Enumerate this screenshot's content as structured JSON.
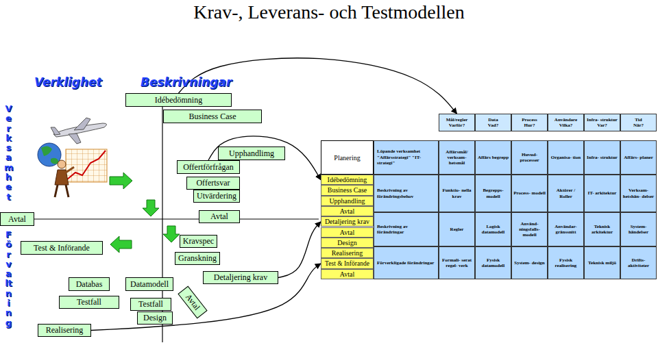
{
  "diagram": {
    "title": "Krav-, Leverans- och Testmodellen",
    "nodes": [
      {
        "text": [
          "Idébedömning"
        ]
      },
      {
        "text": [
          "Business Case"
        ]
      },
      {
        "text": [
          "Upphandlimg"
        ]
      },
      {
        "text": [
          "Offertförfrågan"
        ]
      },
      {
        "text": [
          "Offertsvar"
        ]
      },
      {
        "text": [
          "Utvärdering"
        ]
      },
      {
        "text": [
          "Avtal"
        ]
      },
      {
        "text": [
          "Avtal"
        ]
      },
      {
        "text": [
          "Kravspec"
        ]
      },
      {
        "text": [
          "Test & Införande"
        ]
      },
      {
        "text": [
          "Granskning"
        ]
      },
      {
        "text": [
          "Detaljering krav"
        ]
      },
      {
        "text": [
          "Databas"
        ]
      },
      {
        "text": [
          "Datamodell"
        ]
      },
      {
        "text": [
          "Testfall"
        ]
      },
      {
        "text": [
          "Testfall"
        ]
      },
      {
        "text": [
          "Avtal"
        ]
      },
      {
        "text": [
          "Design"
        ]
      },
      {
        "text": [
          "Realisering"
        ]
      },
      {
        "text": [
          "Planering"
        ]
      },
      {
        "text": [
          "Idébedömning"
        ]
      },
      {
        "text": [
          "Business Case"
        ]
      },
      {
        "text": [
          "Upphandling"
        ]
      },
      {
        "text": [
          "Avtal"
        ]
      },
      {
        "text": [
          "Detaljering krav"
        ]
      },
      {
        "text": [
          "Avtal"
        ]
      },
      {
        "text": [
          "Design"
        ]
      },
      {
        "text": [
          "Realisering"
        ]
      },
      {
        "text": [
          "Test & Införande"
        ]
      },
      {
        "text": [
          "Avtal"
        ]
      },
      {
        "text": [
          "Mål/regler",
          "Varför?"
        ]
      },
      {
        "text": [
          "Data",
          "Vad?"
        ]
      },
      {
        "text": [
          "Process",
          "Hur?"
        ]
      },
      {
        "text": [
          "Användare",
          "Vilka?"
        ]
      },
      {
        "text": [
          "Infra- struktur",
          "Var?"
        ]
      },
      {
        "text": [
          "Tid",
          "När?"
        ]
      },
      {
        "text": [
          "Löpande verksamhet \"Affärsstrategi\" \"IT-strategi\""
        ]
      },
      {
        "text": [
          "Affärsmål/ verksam- hetsmål"
        ]
      },
      {
        "text": [
          "Affärs begrepp"
        ]
      },
      {
        "text": [
          "Huvud- processer"
        ]
      },
      {
        "text": [
          "Organisa- tion"
        ]
      },
      {
        "text": [
          "Infra- struktur"
        ]
      },
      {
        "text": [
          "Affärs- planer"
        ]
      },
      {
        "text": [
          "Beskrivning av förändringsbehov"
        ]
      },
      {
        "text": [
          "Funktio- nella krav"
        ]
      },
      {
        "text": [
          "Begrepps- modell"
        ]
      },
      {
        "text": [
          "Process- modell"
        ]
      },
      {
        "text": [
          "Aktörer / Roller"
        ]
      },
      {
        "text": [
          "IT- arkitektur"
        ]
      },
      {
        "text": [
          "Verksam- hetshän- delser"
        ]
      },
      {
        "text": [
          "Beskrivning av förändringar"
        ]
      },
      {
        "text": [
          "Regler"
        ]
      },
      {
        "text": [
          "Logisk datamodell"
        ]
      },
      {
        "text": [
          "Använd- ningsfalls- modell"
        ]
      },
      {
        "text": [
          "Användar- gränssnitt"
        ]
      },
      {
        "text": [
          "Teknisk arkitektur"
        ]
      },
      {
        "text": [
          "System- händelser"
        ]
      },
      {
        "text": [
          "Förverkligade förändringar"
        ]
      },
      {
        "text": [
          "Formali- serat regel- verk"
        ]
      },
      {
        "text": [
          "Fysisk datamodell"
        ]
      },
      {
        "text": [
          "System- design"
        ]
      },
      {
        "text": [
          "Fysisk realisering"
        ]
      },
      {
        "text": [
          "Teknisk miljö"
        ]
      },
      {
        "text": [
          "Drifts- aktiviteter"
        ]
      }
    ],
    "edges": [
      {
        "from": 0,
        "to": 30,
        "arrow": "to"
      },
      {
        "from": 3,
        "to": 20,
        "arrow": "to"
      },
      {
        "from": 11,
        "to": 24,
        "arrow": "to"
      },
      {
        "from": 18,
        "to": 28,
        "arrow": "to"
      }
    ],
    "labels": [
      "Verklighet",
      "Beskrivningar",
      "Verksamhet",
      "Förvaltning"
    ]
  }
}
